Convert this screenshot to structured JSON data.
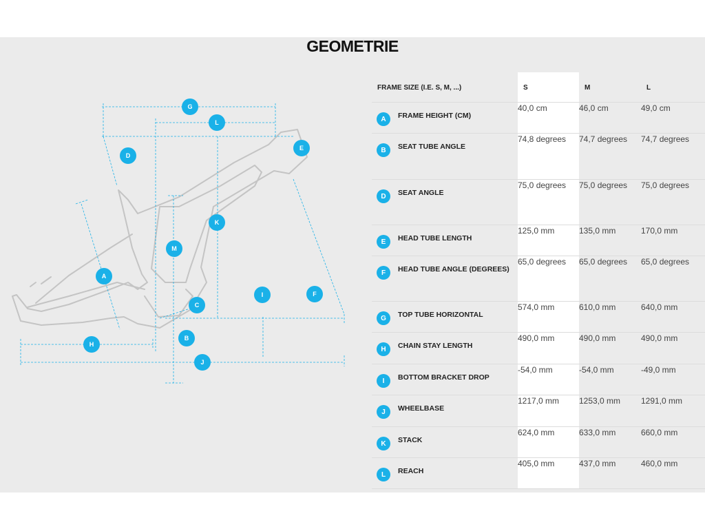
{
  "title": "GEOMETRIE",
  "table": {
    "header": {
      "label": "FRAME SIZE (I.E. S, M, ...)",
      "sizes": [
        "S",
        "M",
        "L"
      ]
    },
    "rows": [
      {
        "key": "A",
        "label": "FRAME HEIGHT (CM)",
        "values": [
          "40,0 cm",
          "46,0 cm",
          "49,0 cm"
        ]
      },
      {
        "key": "B",
        "label": "SEAT TUBE ANGLE",
        "values": [
          "74,8 degrees",
          "74,7 degrees",
          "74,7 degrees"
        ]
      },
      {
        "key": "D",
        "label": "SEAT ANGLE",
        "values": [
          "75,0 degrees",
          "75,0 degrees",
          "75,0 degrees"
        ]
      },
      {
        "key": "E",
        "label": "HEAD TUBE LENGTH",
        "values": [
          "125,0 mm",
          "135,0 mm",
          "170,0 mm"
        ]
      },
      {
        "key": "F",
        "label": "HEAD TUBE ANGLE (DEGREES)",
        "values": [
          "65,0 degrees",
          "65,0 degrees",
          "65,0 degrees"
        ]
      },
      {
        "key": "G",
        "label": "TOP TUBE HORIZONTAL",
        "values": [
          "574,0 mm",
          "610,0 mm",
          "640,0 mm"
        ]
      },
      {
        "key": "H",
        "label": "CHAIN STAY LENGTH",
        "values": [
          "490,0 mm",
          "490,0 mm",
          "490,0 mm"
        ]
      },
      {
        "key": "I",
        "label": "BOTTOM BRACKET DROP",
        "values": [
          "-54,0 mm",
          "-54,0 mm",
          "-49,0 mm"
        ]
      },
      {
        "key": "J",
        "label": "WHEELBASE",
        "values": [
          "1217,0 mm",
          "1253,0 mm",
          "1291,0 mm"
        ]
      },
      {
        "key": "K",
        "label": "STACK",
        "values": [
          "624,0 mm",
          "633,0 mm",
          "660,0 mm"
        ]
      },
      {
        "key": "L",
        "label": "REACH",
        "values": [
          "405,0 mm",
          "437,0 mm",
          "460,0 mm"
        ]
      }
    ]
  },
  "diagram": {
    "markers": [
      "G",
      "L",
      "D",
      "E",
      "K",
      "M",
      "A",
      "C",
      "I",
      "F",
      "B",
      "H",
      "J"
    ]
  },
  "colors": {
    "accent": "#1ab1e8",
    "frame_outline": "#c4c4c4",
    "background": "#ebebeb",
    "highlight_column": "#ffffff"
  }
}
